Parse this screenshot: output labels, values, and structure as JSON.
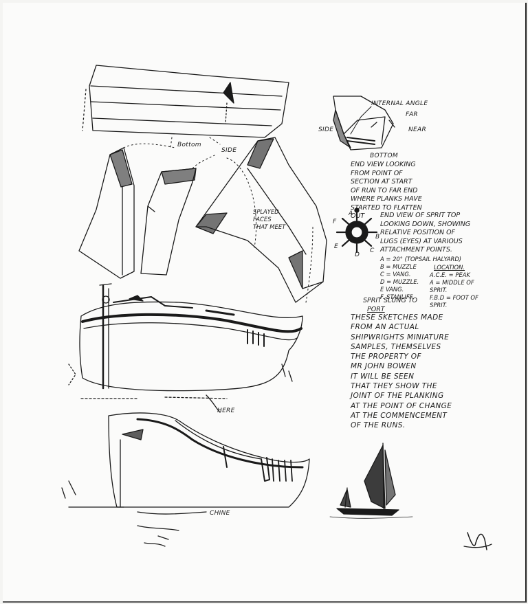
{
  "labels": {
    "bottom_top": "Bottom",
    "side_top": "SIDE",
    "splayed": [
      "SPLAYED",
      "FACES",
      "THAT MEET"
    ],
    "internal_angle": "INTERNAL ANGLE",
    "far": "FAR",
    "near": "NEAR",
    "side_end": "SIDE",
    "bottom_end": "BOTTOM",
    "here": "HERE",
    "chine": "CHINE"
  },
  "end_view_note": [
    "END VIEW LOOKING",
    "FROM POINT OF",
    "SECTION AT START",
    "OF RUN TO FAR END",
    "WHERE PLANKS HAVE",
    "STARTED TO FLATTEN",
    "OUT"
  ],
  "sprit_diagram": {
    "letters": [
      "A",
      "B",
      "C",
      "D",
      "E",
      "F"
    ]
  },
  "sprit_note": [
    "END VIEW OF SPRIT TOP",
    "LOOKING DOWN, SHOWING",
    "RELATIVE POSITION OF",
    "LUGS (EYES) AT VARIOUS",
    "ATTACHMENT POINTS."
  ],
  "sprit_points": [
    "A = 20° (TOPSAIL HALYARD)",
    "B = MUZZLE",
    "C = VANG.",
    "D = MUZZLE.",
    "E  VANG.",
    "F. STANLIFF."
  ],
  "location": {
    "title": "LOCATION.",
    "rows": [
      "A.C.E. = PEAK",
      "A      = MIDDLE OF",
      "           SPRIT.",
      "F.B.D  = FOOT OF",
      "           SPRIT."
    ]
  },
  "sprit_slung": [
    "SPRIT SLUNG TO",
    "PORT"
  ],
  "main_note": [
    "THESE SKETCHES MADE",
    "FROM AN ACTUAL",
    "SHIPWRIGHTS MINIATURE",
    "SAMPLES, THEMSELVES",
    "THE PROPERTY OF",
    "MR JOHN BOWEN",
    "        IT WILL BE SEEN",
    "THAT THEY SHOW THE",
    "JOINT OF THE PLANKING",
    "AT THE POINT OF CHANGE",
    "AT THE COMMENCEMENT",
    "OF THE RUNS."
  ],
  "colors": {
    "ink": "#1a1a1a",
    "paper": "#fbfbfa"
  }
}
